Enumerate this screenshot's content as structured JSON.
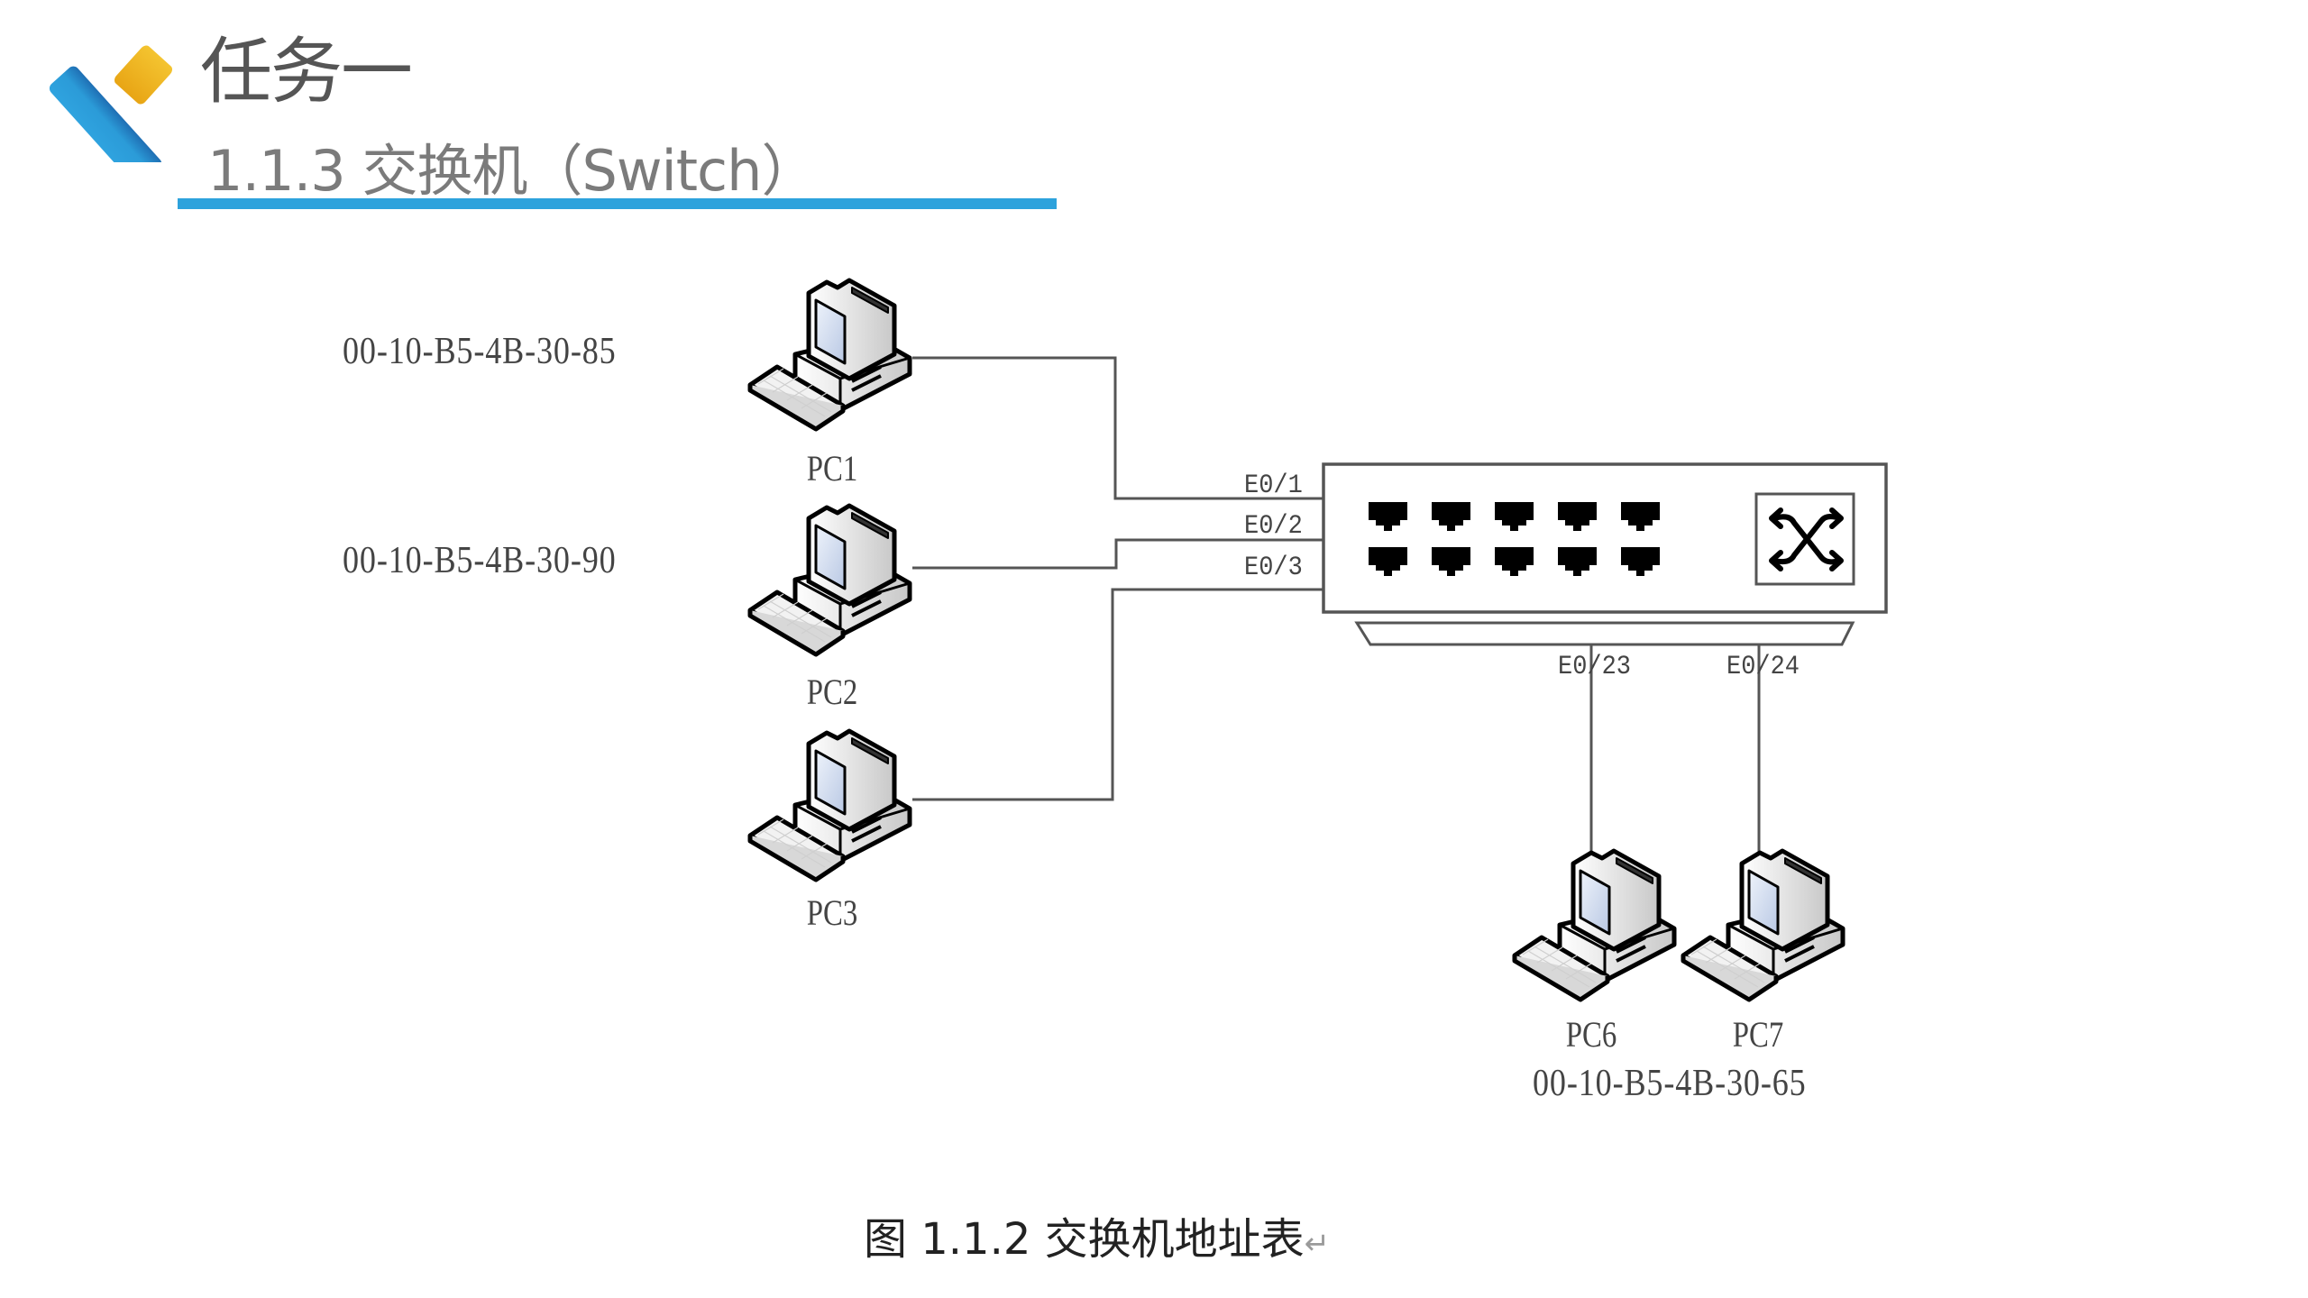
{
  "header": {
    "title": "任务一",
    "subtitle": "1.1.3 交换机（Switch）",
    "accent_color": "#2DA2DC",
    "logo_colors": {
      "blue": "#2B9BD8",
      "yellow": "#F0B323"
    }
  },
  "diagram": {
    "switch": {
      "name": "switch",
      "icon": "switch-cross-arrows-icon",
      "port_rows": 2,
      "port_cols": 5,
      "ports": [
        "E0/1",
        "E0/2",
        "E0/3",
        "E0/23",
        "E0/24"
      ]
    },
    "hosts": [
      {
        "id": "pc1",
        "label": "PC1",
        "mac": "00-10-B5-4B-30-85",
        "port": "E0/1"
      },
      {
        "id": "pc2",
        "label": "PC2",
        "mac": "00-10-B5-4B-30-90",
        "port": "E0/2"
      },
      {
        "id": "pc3",
        "label": "PC3",
        "mac": "",
        "port": "E0/3"
      },
      {
        "id": "pc6",
        "label": "PC6",
        "mac": "",
        "port": "E0/23"
      },
      {
        "id": "pc7",
        "label": "PC7",
        "mac": "",
        "port": "E0/24"
      }
    ],
    "bottom_mac": "00-10-B5-4B-30-65",
    "port_labels": {
      "e01": "E0/1",
      "e02": "E0/2",
      "e03": "E0/3",
      "e023": "E0/23",
      "e024": "E0/24"
    }
  },
  "caption": {
    "text": "图 1.1.2  交换机地址表",
    "return_mark": "↵"
  }
}
